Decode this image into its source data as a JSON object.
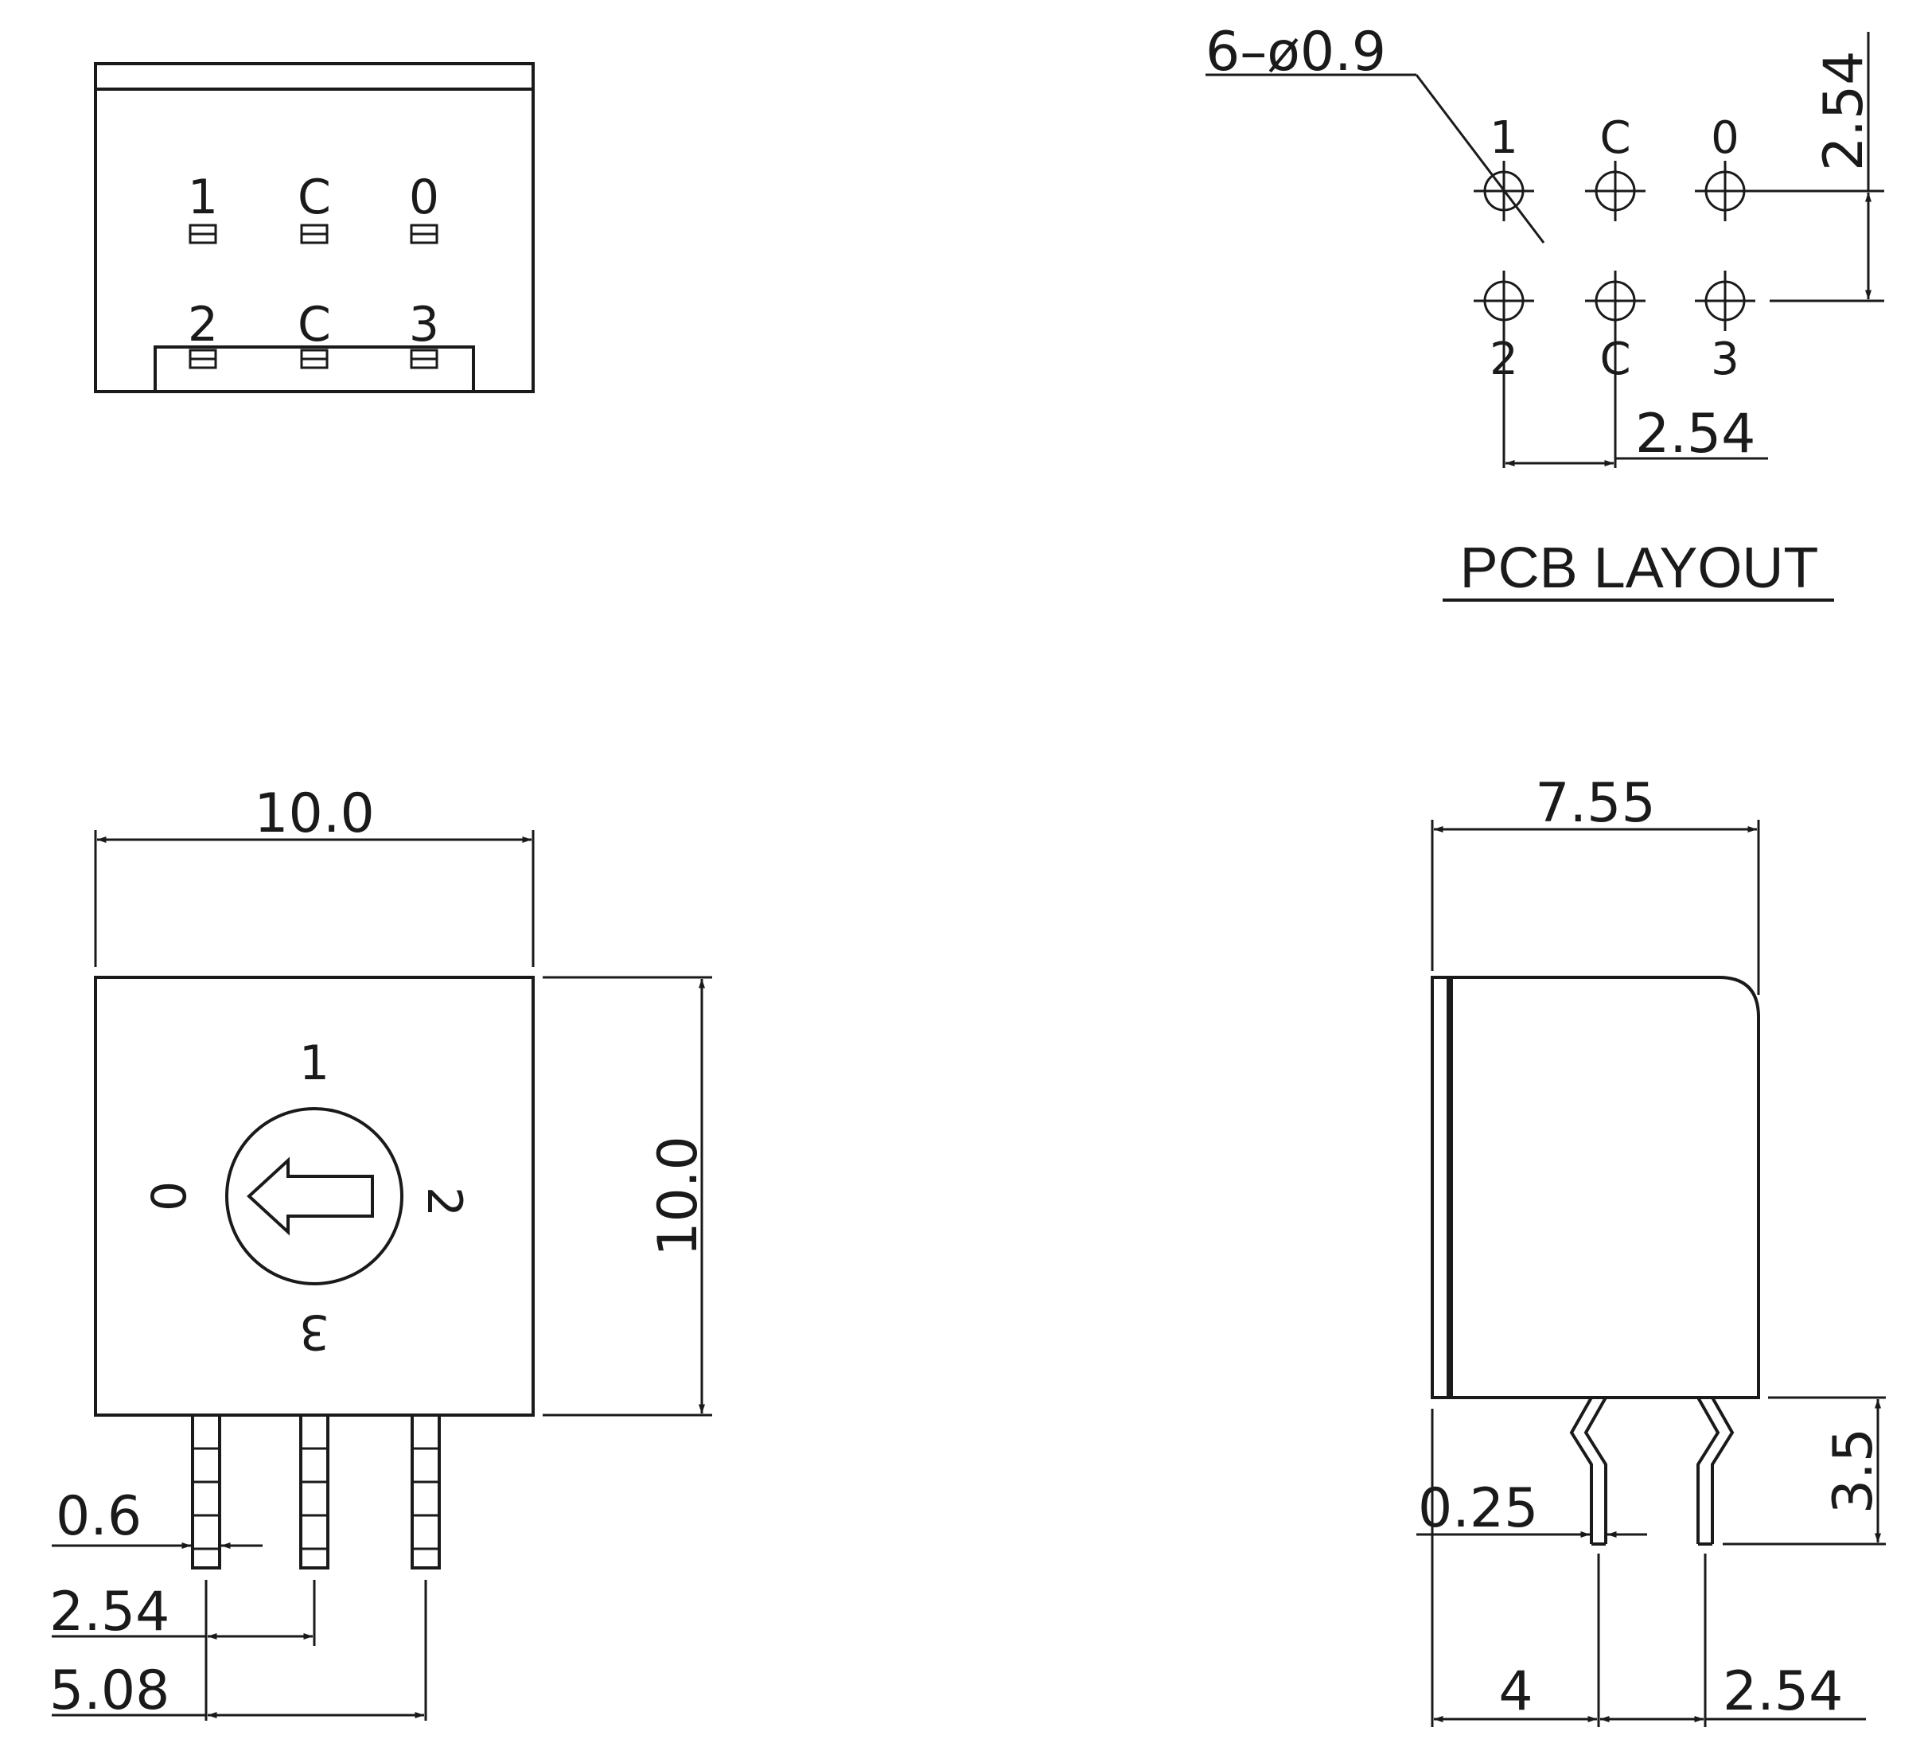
{
  "top_view": {
    "pin_labels_top": [
      "1",
      "C",
      "0"
    ],
    "pin_labels_bottom": [
      "2",
      "C",
      "3"
    ]
  },
  "pcb_layout": {
    "title": "PCB LAYOUT",
    "hole_spec": "6–ø0.9",
    "pin_labels_top": [
      "1",
      "C",
      "0"
    ],
    "pin_labels_bottom": [
      "2",
      "C",
      "3"
    ],
    "dim_row_pitch": "2.54",
    "dim_col_pitch": "2.54"
  },
  "front_view": {
    "dial_labels": {
      "top": "1",
      "left": "0",
      "right": "2",
      "bottom": "3"
    },
    "dim_width": "10.0",
    "dim_height": "10.0",
    "dim_pin_width": "0.6",
    "dim_pin_pitch": "2.54",
    "dim_pin_span": "5.08"
  },
  "side_view": {
    "dim_depth": "7.55",
    "dim_pin_thickness": "0.25",
    "dim_pin_length": "3.5",
    "dim_pin_offset": "4",
    "dim_pin_pitch": "2.54"
  }
}
